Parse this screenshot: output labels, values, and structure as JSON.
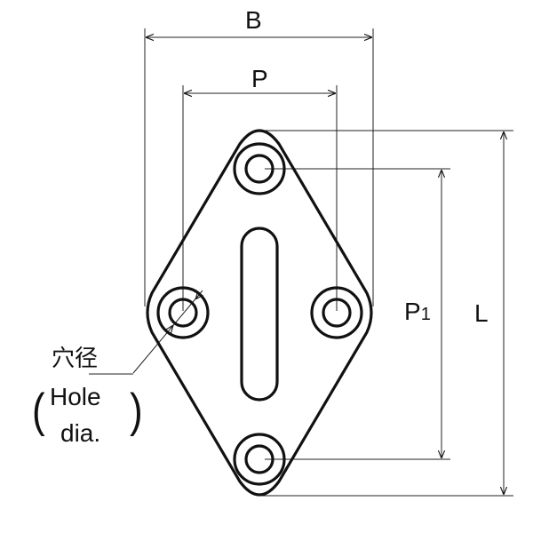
{
  "labels": {
    "B": "B",
    "P": "P",
    "P1_main": "P",
    "P1_sub": "1",
    "L": "L",
    "hole_jp": "穴径",
    "hole_en_1": "Hole",
    "hole_en_2": "dia.",
    "paren_open": "(",
    "paren_close": ")"
  },
  "colors": {
    "line": "#111111",
    "dim": "#222222"
  }
}
